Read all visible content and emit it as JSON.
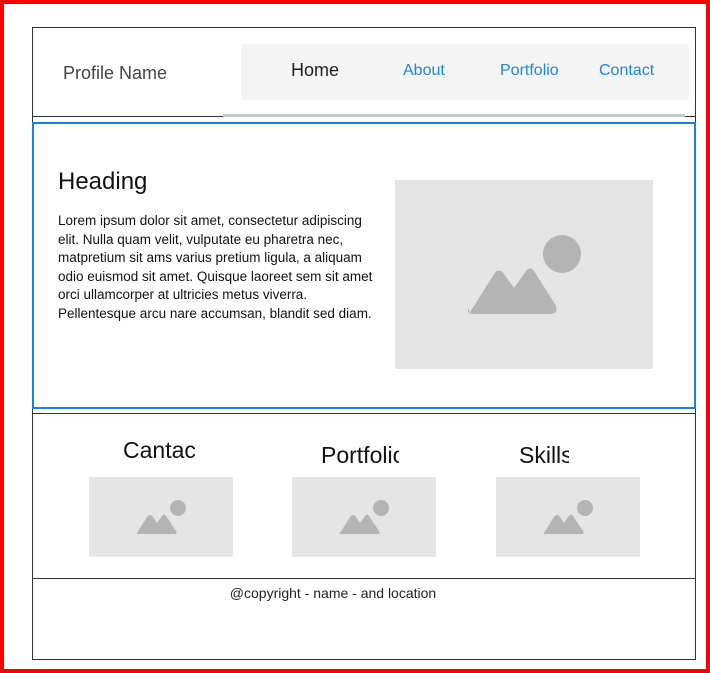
{
  "header": {
    "profile_name": "Profile Name",
    "nav": [
      {
        "label": "Home",
        "active": true
      },
      {
        "label": "About",
        "active": false
      },
      {
        "label": "Portfolio",
        "active": false
      },
      {
        "label": "Contact",
        "active": false
      }
    ]
  },
  "hero": {
    "heading": "Heading",
    "body": "Lorem ipsum dolor sit amet, consectetur adipiscing elit. Nulla quam velit, vulputate eu pharetra nec, matpretium sit ams varius pretium ligula, a aliquam odio euismod sit amet. Quisque laoreet sem sit amet orci ullamcorper at ultricies metus viverra. Pellentesque arcu nare accumsan, blandit sed diam.",
    "image_icon": "image-placeholder-icon"
  },
  "cards": [
    {
      "title": "Cantac",
      "image_icon": "image-placeholder-icon"
    },
    {
      "title": "Portfolio",
      "image_icon": "image-placeholder-icon"
    },
    {
      "title": "Skills",
      "image_icon": "image-placeholder-icon"
    }
  ],
  "footer": {
    "text": "@copyright - name - and location"
  },
  "colors": {
    "frame": "#ff0000",
    "accent": "#1e7fd8",
    "link": "#1e88d2",
    "placeholder_bg": "#e5e5e5",
    "placeholder_shape": "#b4b4b4"
  }
}
